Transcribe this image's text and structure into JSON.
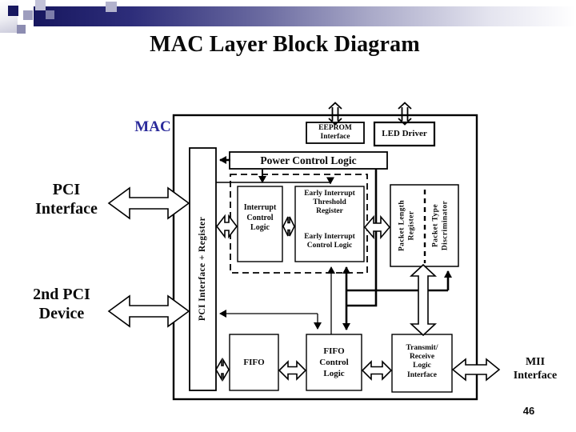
{
  "slide": {
    "title": "MAC Layer Block Diagram",
    "page_number": "46"
  },
  "labels": {
    "mac": "MAC",
    "pci_interface": [
      "PCI",
      "Interface"
    ],
    "second_pci_device": [
      "2nd PCI",
      "Device"
    ],
    "mii_interface": [
      "MII",
      "Interface"
    ]
  },
  "blocks": {
    "eeprom_interface": [
      "EEPROM",
      "Interface"
    ],
    "led_driver": "LED Driver",
    "power_control_logic": "Power Control Logic",
    "pci_interface_register": "PCI  Interface + Register",
    "interrupt_control_logic": [
      "Interrupt",
      "Control",
      "Logic"
    ],
    "early_interrupt_threshold_register": [
      "Early Interrupt",
      "Threshold",
      "Register"
    ],
    "early_interrupt_control_logic": [
      "Early Interrupt",
      "Control Logic"
    ],
    "packet_length_register": [
      "Packet Length",
      "Register"
    ],
    "packet_type_discriminator": [
      "Packet Type",
      "Discriminator"
    ],
    "fifo": "FIFO",
    "fifo_control_logic": [
      "FIFO",
      "Control",
      "Logic"
    ],
    "transmit_receive_logic_interface": [
      "Transmit/",
      "Receive",
      "Logic",
      "Interface"
    ]
  },
  "colors": {
    "mac_label": "#2b2b9b",
    "accent_bar_dark": "#17175f",
    "line_color": "#000000"
  }
}
